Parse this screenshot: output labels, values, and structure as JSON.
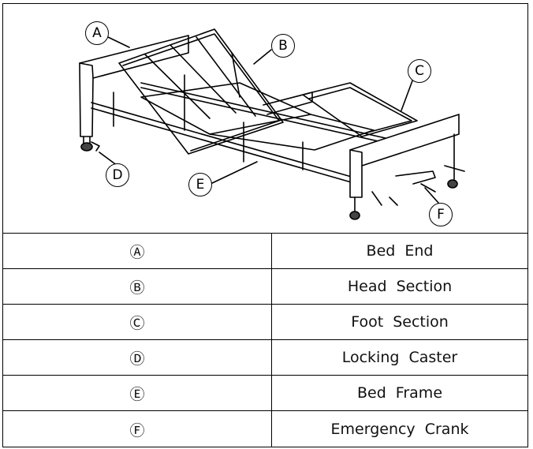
{
  "callouts": {
    "a": "A",
    "b": "B",
    "c": "C",
    "d": "D",
    "e": "E",
    "f": "F"
  },
  "legend": [
    {
      "symbol": "Ⓐ",
      "label": "Bed End"
    },
    {
      "symbol": "Ⓑ",
      "label": "Head Section"
    },
    {
      "symbol": "Ⓒ",
      "label": "Foot Section"
    },
    {
      "symbol": "Ⓓ",
      "label": "Locking Caster"
    },
    {
      "symbol": "Ⓔ",
      "label": "Bed Frame"
    },
    {
      "symbol": "Ⓕ",
      "label": "Emergency Crank"
    }
  ]
}
